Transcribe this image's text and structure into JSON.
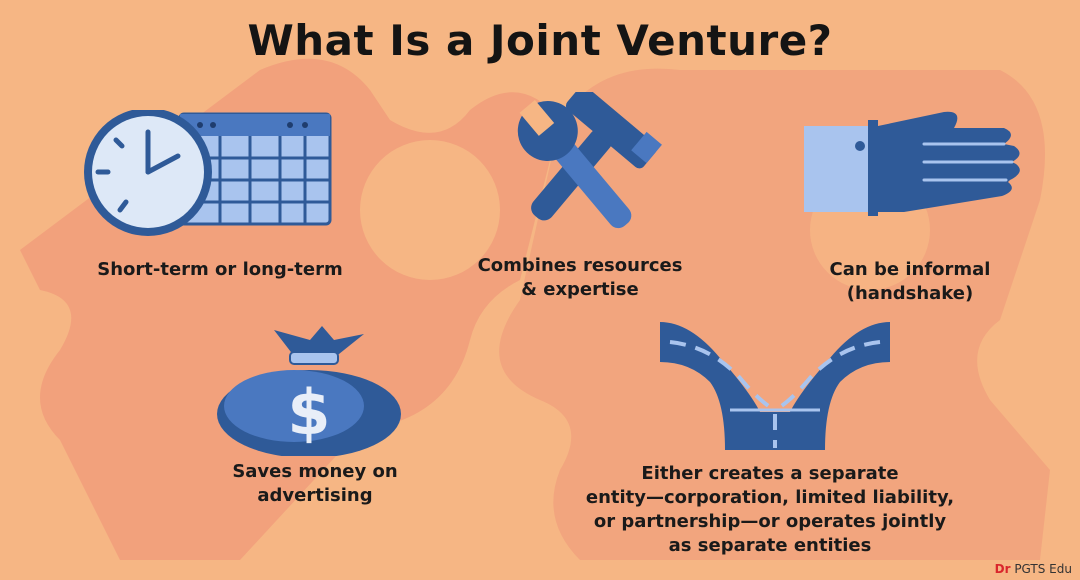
{
  "title": "What Is a Joint Venture?",
  "items": [
    {
      "icon": "clock-calendar-icon",
      "lines": [
        "Short-term or long-term"
      ]
    },
    {
      "icon": "wrench-hammer-icon",
      "lines": [
        "Combines resources",
        "& expertise"
      ]
    },
    {
      "icon": "handshake-hand-icon",
      "lines": [
        "Can be informal",
        "(handshake)"
      ]
    },
    {
      "icon": "money-bag-icon",
      "lines": [
        "Saves money on",
        "advertising"
      ]
    },
    {
      "icon": "merging-road-icon",
      "lines": [
        "Either creates a separate",
        "entity—corporation, limited liability,",
        "or partnership—or operates jointly",
        "as separate entities"
      ]
    }
  ],
  "watermark": {
    "prefix": "Dr",
    "rest": " PGTS Edu"
  },
  "colors": {
    "background": "#f6b684",
    "puzzle": "#f19d7c",
    "icon_dark": "#2f5a98",
    "icon_light": "#a9c4ee"
  }
}
